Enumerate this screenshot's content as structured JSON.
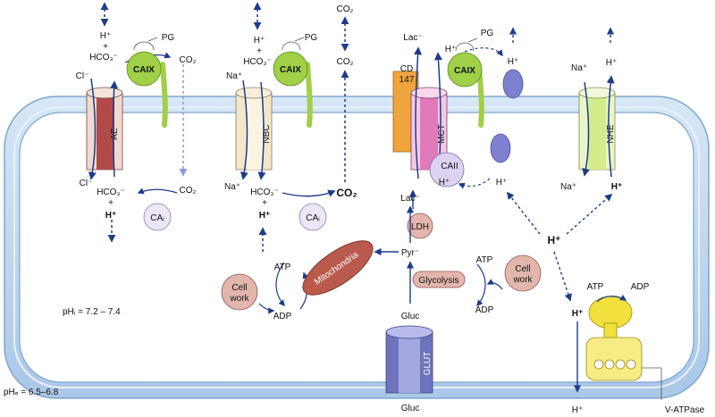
{
  "labels": {
    "hplus": "H⁺",
    "plus": "+",
    "hco3": "HCO₃⁻",
    "co2": "CO₂",
    "co2_bold": "CO₂",
    "cl": "Cl⁻",
    "na": "Na⁺",
    "pg": "PG",
    "caix": "CAIX",
    "cai": "CAᵢ",
    "caii": "CAII",
    "lac": "Lac⁻",
    "pyr": "Pyr⁻",
    "ldh": "LDH",
    "atp": "ATP",
    "adp": "ADP",
    "cell_work_1": "Cell",
    "cell_work_2": "work",
    "glycolysis": "Glycolysis",
    "mitochondria": "Mitochondria",
    "gluc": "Gluc",
    "ph_i": "pHᵢ = 7.2 – 7.4",
    "ph_e": "pHₑ = 6.5–6.8",
    "v_atpase": "V-ATPase"
  },
  "transporters": {
    "ae": "AE",
    "nbc": "NBC",
    "cd147_1": "CD",
    "cd147_2": "147",
    "mct": "MCT",
    "nhe": "NHE",
    "glut": "GLUT"
  },
  "colors": {
    "membrane": "#b9d4ee",
    "membrane_edge": "#7ea6cf",
    "arrow": "#1d3c8c",
    "caix": "#9fd047",
    "ae": "#b24a4a",
    "nbc": "#f3e7c9",
    "mct": "#e07ab8",
    "cd147": "#f0a43e",
    "nhe": "#d4ec8c",
    "glut": "#6f73bd",
    "vatpase": "#f2e03c",
    "mito": "#b95a4c",
    "enzyme": "#e2b6ad",
    "cai": "#ece6f6",
    "channel": "#7c80cf"
  }
}
